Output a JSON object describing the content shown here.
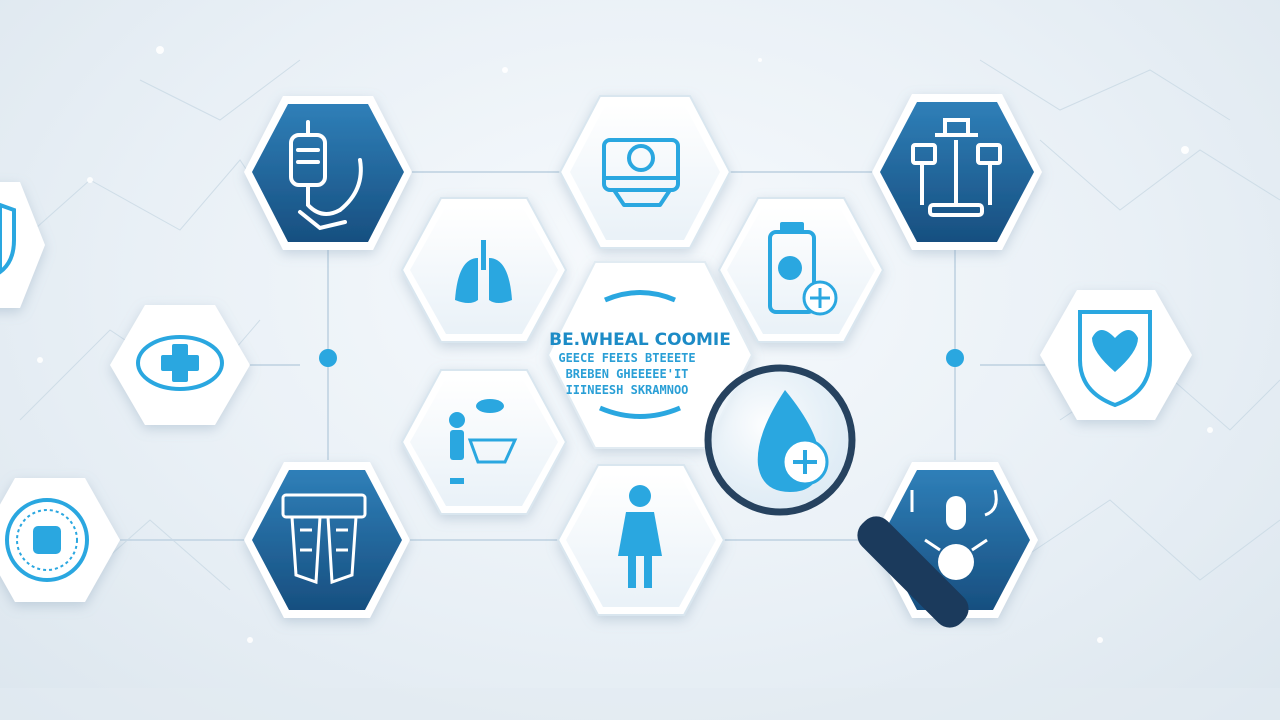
{
  "colors": {
    "accent": "#2aa7e0",
    "dark_blue": "#1a5f93",
    "mid_blue": "#2b7bb3",
    "glass": "#f3f8fc",
    "line": "#b8cfdf"
  },
  "center_panel": {
    "line1": "BE.WHEAL COOMIE",
    "line2": "GEECE FEEIS BTEEETE",
    "line3": "BREBEN GHEEEEE'IT",
    "line4": "IIINEESH SKRAMNOO"
  },
  "tiles": [
    {
      "name": "iv-drip-icon",
      "style": "dark"
    },
    {
      "name": "camera-device-icon",
      "style": "glass"
    },
    {
      "name": "medical-equipment-icon",
      "style": "dark"
    },
    {
      "name": "lungs-icon",
      "style": "glass"
    },
    {
      "name": "medicine-bottle-icon",
      "style": "glass"
    },
    {
      "name": "patient-care-icon",
      "style": "glass"
    },
    {
      "name": "person-icon",
      "style": "glass"
    },
    {
      "name": "medical-suit-icon",
      "style": "dark"
    },
    {
      "name": "doctor-icon",
      "style": "dark"
    },
    {
      "name": "plus-icon",
      "style": "white"
    },
    {
      "name": "shield-icon",
      "style": "white"
    },
    {
      "name": "microbe-badge-icon",
      "style": "white"
    },
    {
      "name": "heart-shield-icon",
      "style": "white"
    },
    {
      "name": "blood-drop-plus-icon",
      "style": "magnifier"
    }
  ]
}
